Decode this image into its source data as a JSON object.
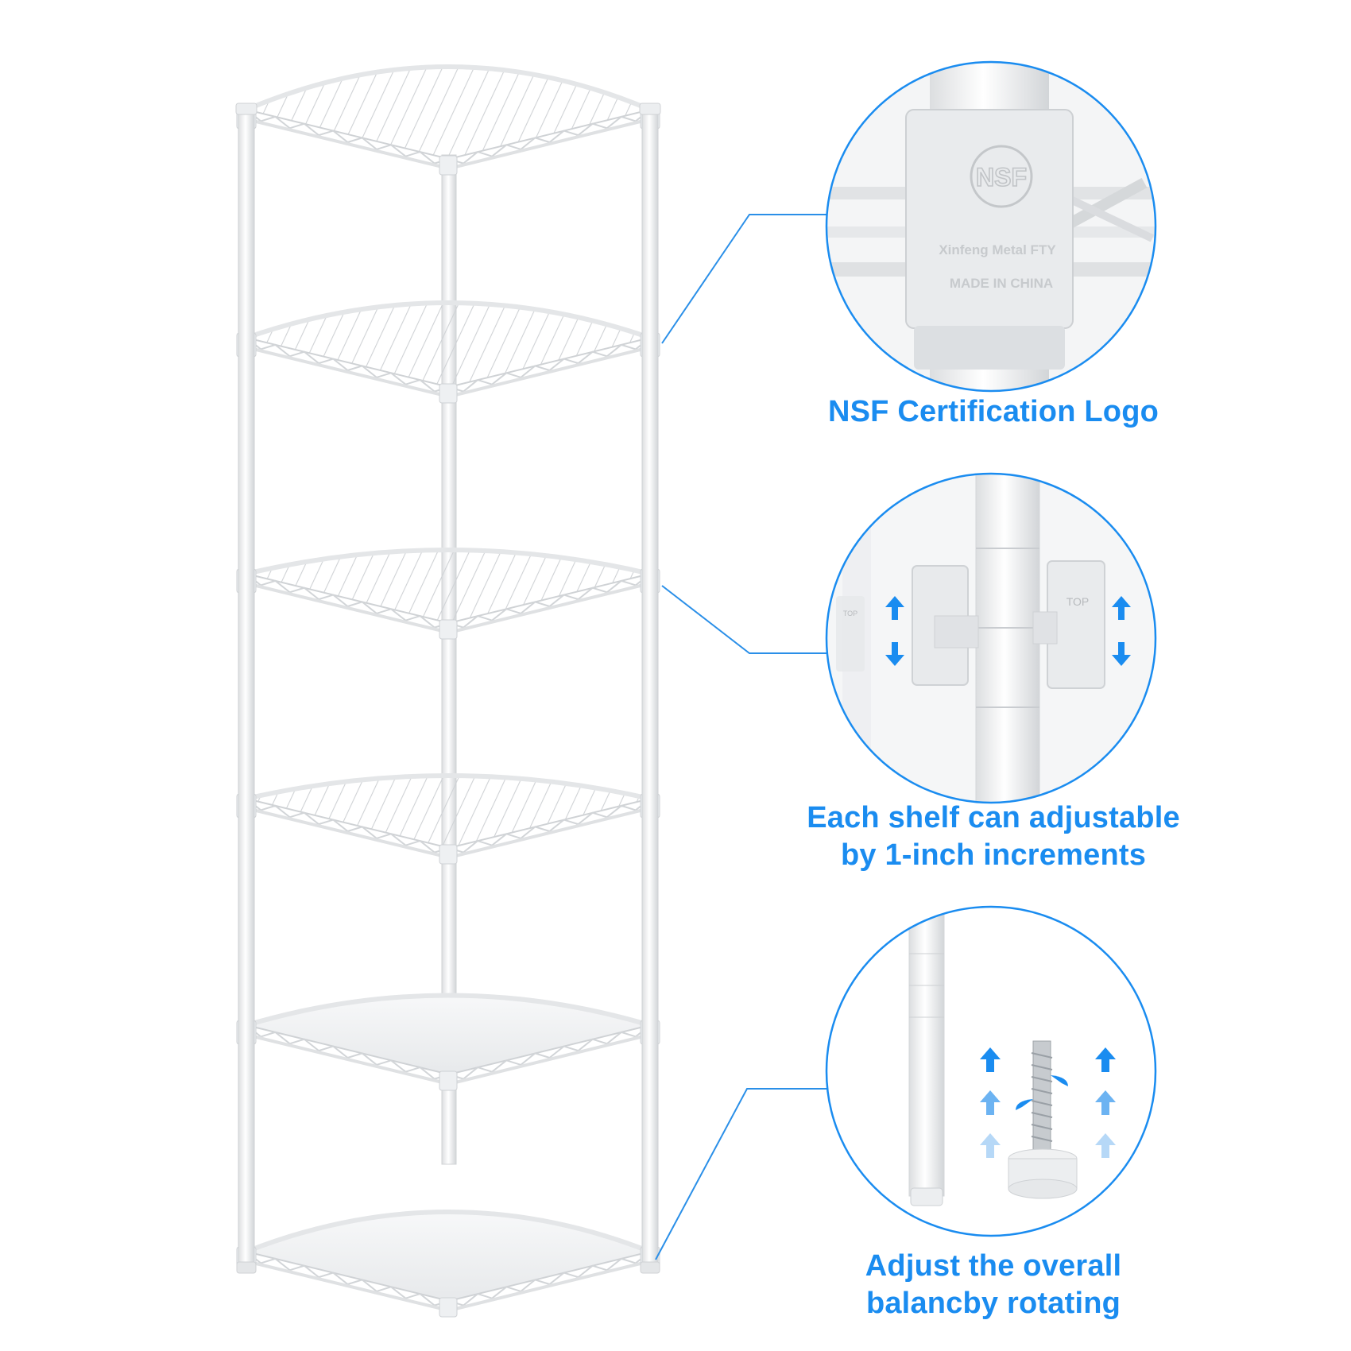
{
  "colors": {
    "accent_blue": "#1a8cf0",
    "callout_line_blue": "#2a8fe8",
    "shelf_white": "#f2f3f4",
    "shelf_shadow": "#d6d8db",
    "background": "#ffffff"
  },
  "product": {
    "shelf_count": 6,
    "shape": "corner"
  },
  "callouts": [
    {
      "icon": "nsf-connector-closeup",
      "caption_lines": [
        "NSF Certification Logo"
      ],
      "embossed_texts": [
        "NSF",
        "Xinfeng Metal FTY",
        "MADE IN CHINA"
      ]
    },
    {
      "icon": "shelf-clip-closeup",
      "caption_lines": [
        "Each shelf can adjustable",
        "by 1-inch increments"
      ],
      "clip_label": "TOP"
    },
    {
      "icon": "leveling-foot-closeup",
      "caption_lines": [
        "Adjust the overall",
        "balancby rotating"
      ]
    }
  ]
}
